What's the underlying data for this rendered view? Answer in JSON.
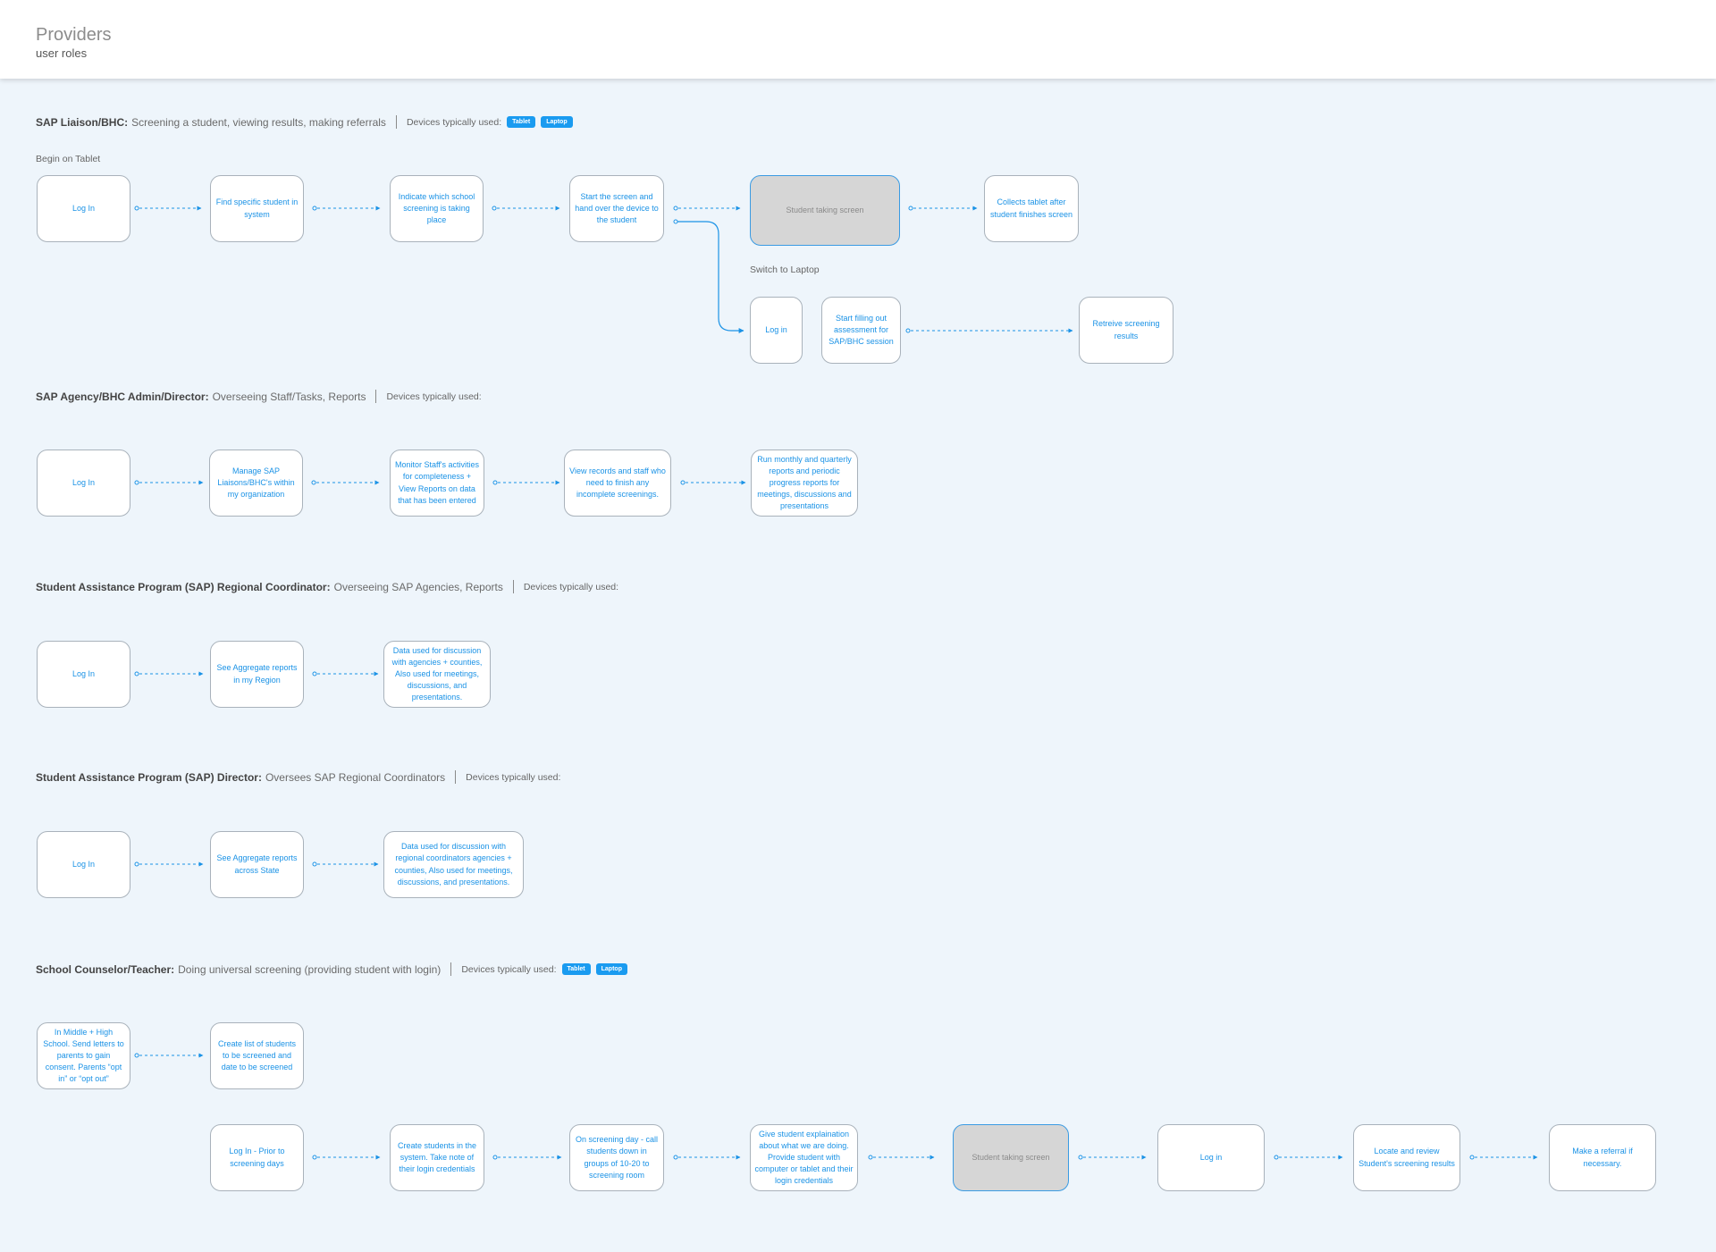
{
  "header": {
    "title": "Providers",
    "subtitle": "user roles"
  },
  "colors": {
    "accent": "#1a92e6",
    "background": "#eef5fb",
    "node_border": "#a9b2bb",
    "gray_node": "#d6d6d6"
  },
  "sections": [
    {
      "role": "SAP Liaison/BHC:",
      "description": "Screening a student, viewing results, making referrals",
      "devices_label": "Devices typically used:",
      "devices": [
        "Tablet",
        "Laptop"
      ],
      "note": "Begin on Tablet",
      "steps": [
        "Log In",
        "Find specific student in system",
        "Indicate which school screening is taking place",
        "Start the screen and hand over the device to the student",
        "Student taking screen",
        "Collects tablet after student finishes screen"
      ],
      "branch_note": "Switch to Laptop",
      "branch_steps": [
        "Log in",
        "Start filling out assessment for SAP/BHC session",
        "Retreive screening results"
      ]
    },
    {
      "role": "SAP Agency/BHC Admin/Director:",
      "description": "Overseeing Staff/Tasks, Reports",
      "devices_label": "Devices typically used:",
      "devices": [],
      "steps": [
        "Log In",
        "Manage SAP Liaisons/BHC's within my organization",
        "Monitor Staff's activities for completeness + View Reports on data that has been entered",
        "View records and staff who need to finish any incomplete screenings.",
        "Run monthly and quarterly reports and periodic progress reports for meetings, discussions and presentations"
      ]
    },
    {
      "role": "Student Assistance Program (SAP) Regional Coordinator:",
      "description": "Overseeing SAP Agencies, Reports",
      "devices_label": "Devices typically used:",
      "devices": [],
      "steps": [
        "Log In",
        "See Aggregate reports in my Region",
        "Data used for discussion with agencies + counties, Also used for meetings, discussions, and presentations."
      ]
    },
    {
      "role": "Student Assistance Program (SAP) Director:",
      "description": "Oversees SAP Regional Coordinators",
      "devices_label": "Devices typically used:",
      "devices": [],
      "steps": [
        "Log In",
        "See Aggregate reports across State",
        "Data used for discussion with regional coordinators agencies + counties, Also used for meetings, discussions, and presentations."
      ]
    },
    {
      "role": "School Counselor/Teacher:",
      "description": "Doing universal screening (providing student with login)",
      "devices_label": "Devices typically used:",
      "devices": [
        "Tablet",
        "Laptop"
      ],
      "steps": [
        "In Middle + High School. Send letters to parents to gain consent. Parents “opt in” or “opt out”",
        "Create list of students to be screened and date to be screened"
      ],
      "second_row_steps": [
        "Log In - Prior to screening days",
        "Create students in the system. Take note of their login credentials",
        "On screening day - call students down in groups of 10-20 to screening room",
        "Give student explaination about what we are doing. Provide student with computer or tablet and their login credentials",
        "Student taking screen",
        "Log in",
        "Locate and review Student's screening results",
        "Make a referral if necessary."
      ]
    }
  ]
}
